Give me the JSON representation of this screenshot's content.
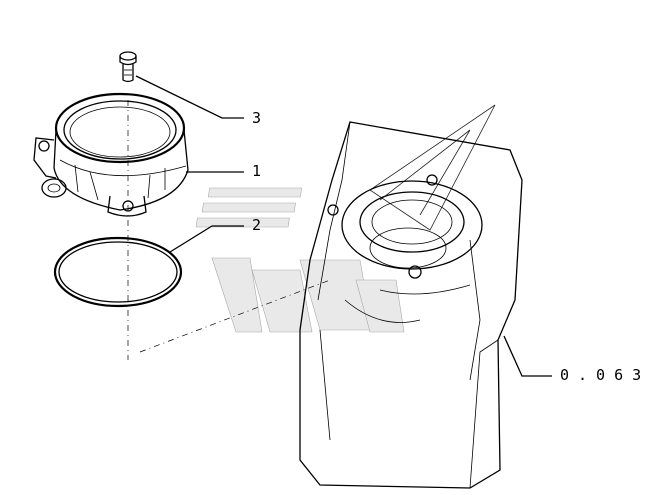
{
  "callouts": {
    "bolt": "3",
    "housing": "1",
    "seal_ring": "2",
    "reference": "0.063"
  },
  "colors": {
    "line": "#000000",
    "background": "#ffffff",
    "watermark": "#e6e6e6"
  }
}
